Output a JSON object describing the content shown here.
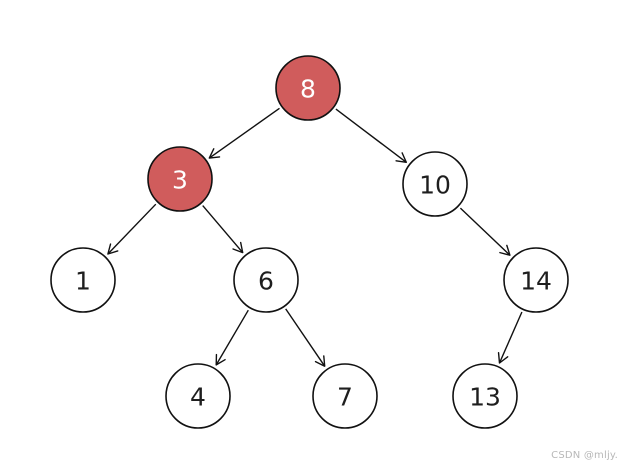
{
  "colors": {
    "highlight_fill": "#d05c5c",
    "highlight_text": "#ffffff",
    "normal_fill": "#ffffff",
    "normal_text": "#1e1e1e",
    "stroke": "#111111"
  },
  "tree": {
    "nodes": [
      {
        "id": "n8",
        "label": "8",
        "highlighted": true
      },
      {
        "id": "n3",
        "label": "3",
        "highlighted": true
      },
      {
        "id": "n10",
        "label": "10",
        "highlighted": false
      },
      {
        "id": "n1",
        "label": "1",
        "highlighted": false
      },
      {
        "id": "n6",
        "label": "6",
        "highlighted": false
      },
      {
        "id": "n14",
        "label": "14",
        "highlighted": false
      },
      {
        "id": "n4",
        "label": "4",
        "highlighted": false
      },
      {
        "id": "n7",
        "label": "7",
        "highlighted": false
      },
      {
        "id": "n13",
        "label": "13",
        "highlighted": false
      }
    ],
    "edges": [
      {
        "from": "n8",
        "to": "n3"
      },
      {
        "from": "n8",
        "to": "n10"
      },
      {
        "from": "n3",
        "to": "n1"
      },
      {
        "from": "n3",
        "to": "n6"
      },
      {
        "from": "n10",
        "to": "n14"
      },
      {
        "from": "n6",
        "to": "n4"
      },
      {
        "from": "n6",
        "to": "n7"
      },
      {
        "from": "n14",
        "to": "n13"
      }
    ]
  },
  "watermark": {
    "text": "CSDN @mljy."
  }
}
